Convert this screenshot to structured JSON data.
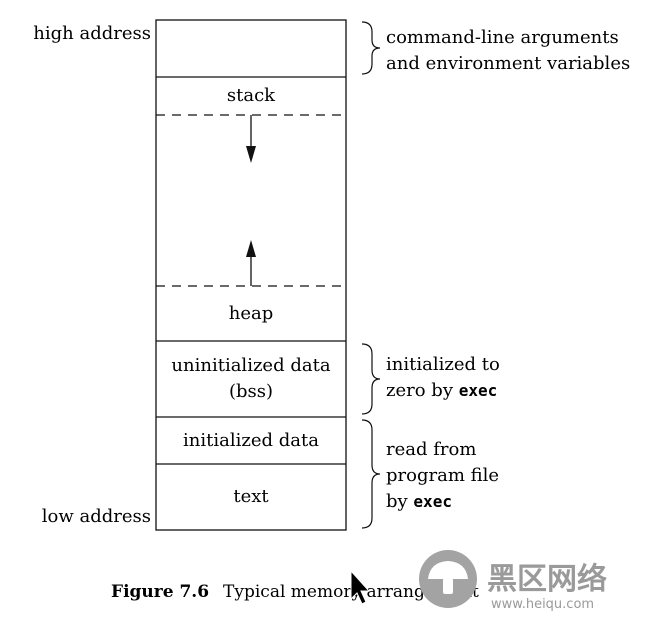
{
  "segments": {
    "stack": "stack",
    "heap": "heap",
    "bss_line1": "uninitialized data",
    "bss_line2": "(bss)",
    "initialized": "initialized data",
    "text": "text"
  },
  "addresses": {
    "high": "high address",
    "low": "low address"
  },
  "annotations": {
    "args_line1": "command-line arguments",
    "args_line2": "and environment variables",
    "bss_line1": "initialized to",
    "bss_line2_prefix": "zero by ",
    "bss_line2_code": "exec",
    "file_line1": "read from",
    "file_line2": "program file",
    "file_line3_prefix": "by ",
    "file_line3_code": "exec"
  },
  "caption": {
    "number": "Figure 7.6",
    "title": "Typical memory arrangement"
  },
  "watermark": {
    "chinese": "黑区网络",
    "url": "www.heiqu.com"
  },
  "colors": {
    "line": "#111111",
    "watermark": "#9a9a9a"
  }
}
